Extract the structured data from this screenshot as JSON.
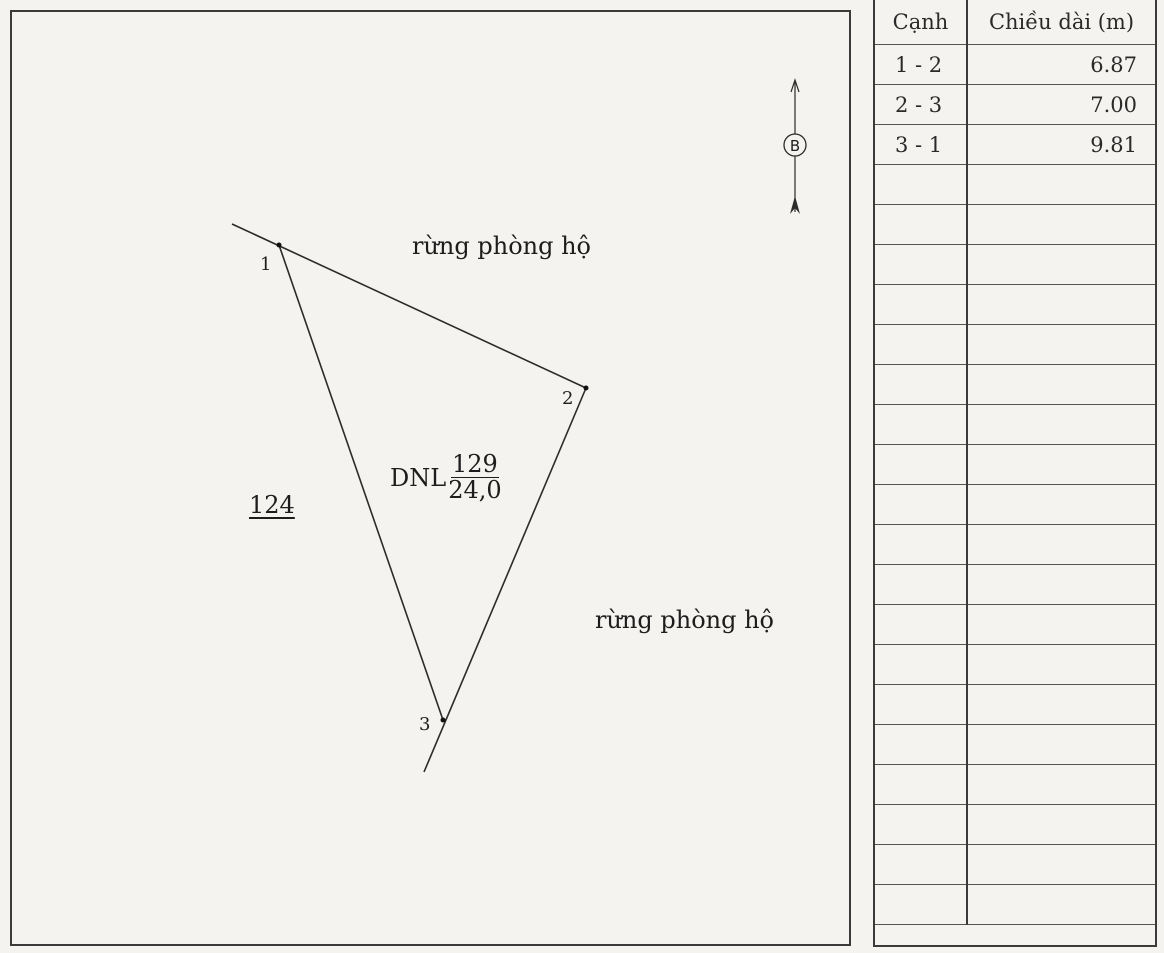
{
  "map": {
    "points": [
      {
        "id": "1",
        "label": "1"
      },
      {
        "id": "2",
        "label": "2"
      },
      {
        "id": "3",
        "label": "3"
      }
    ],
    "area_top": "rừng phòng hộ",
    "area_bottom": "rừng phòng hộ",
    "neighbor_parcel": "124",
    "parcel": {
      "land_type": "DNL",
      "number": "129",
      "area": "24,0"
    },
    "north_arrow": {
      "letter": "B",
      "icon": "north-arrow-icon"
    }
  },
  "edge_table": {
    "headers": [
      "Cạnh",
      "Chiều dài (m)"
    ],
    "rows": [
      {
        "edge": "1 - 2",
        "length": "6.87"
      },
      {
        "edge": "2 - 3",
        "length": "7.00"
      },
      {
        "edge": "3 - 1",
        "length": "9.81"
      }
    ],
    "empty_row_count": 19
  }
}
